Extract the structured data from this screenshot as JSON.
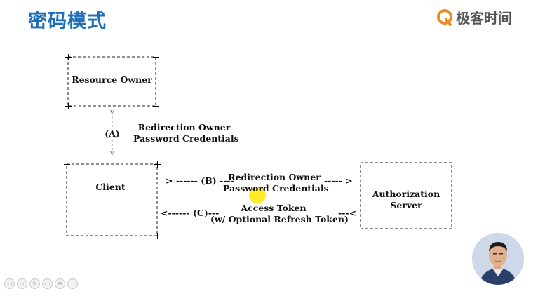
{
  "header": {
    "title": "密码模式",
    "brand": "极客时间"
  },
  "diagram": {
    "resource_owner": "Resource Owner",
    "step_a": "(A)",
    "step_a_label": [
      "Redirection Owner",
      "Password Credentials"
    ],
    "client": "Client",
    "step_b_prefix": "> ------ (B) ----",
    "step_b_label": [
      "Redirection Owner",
      "Password Credentials"
    ],
    "step_b_suffix": "----- >",
    "authorization_server": [
      "Authorization",
      "Server"
    ],
    "step_c_prefix": "<------ (C)---",
    "step_c_label": [
      "Access Token",
      "(w/ Optional Refresh Token)"
    ],
    "step_c_suffix": "---<",
    "arrow_down_top": "v",
    "arrow_down_bottom": "v"
  },
  "toolbar": {
    "buttons": [
      "◁",
      "▷",
      "✎",
      "▭",
      "⊕",
      "…"
    ]
  },
  "colors": {
    "title": "#1f6fb8",
    "brand_icon": "#f08a1c",
    "highlight": "#ffe600"
  }
}
